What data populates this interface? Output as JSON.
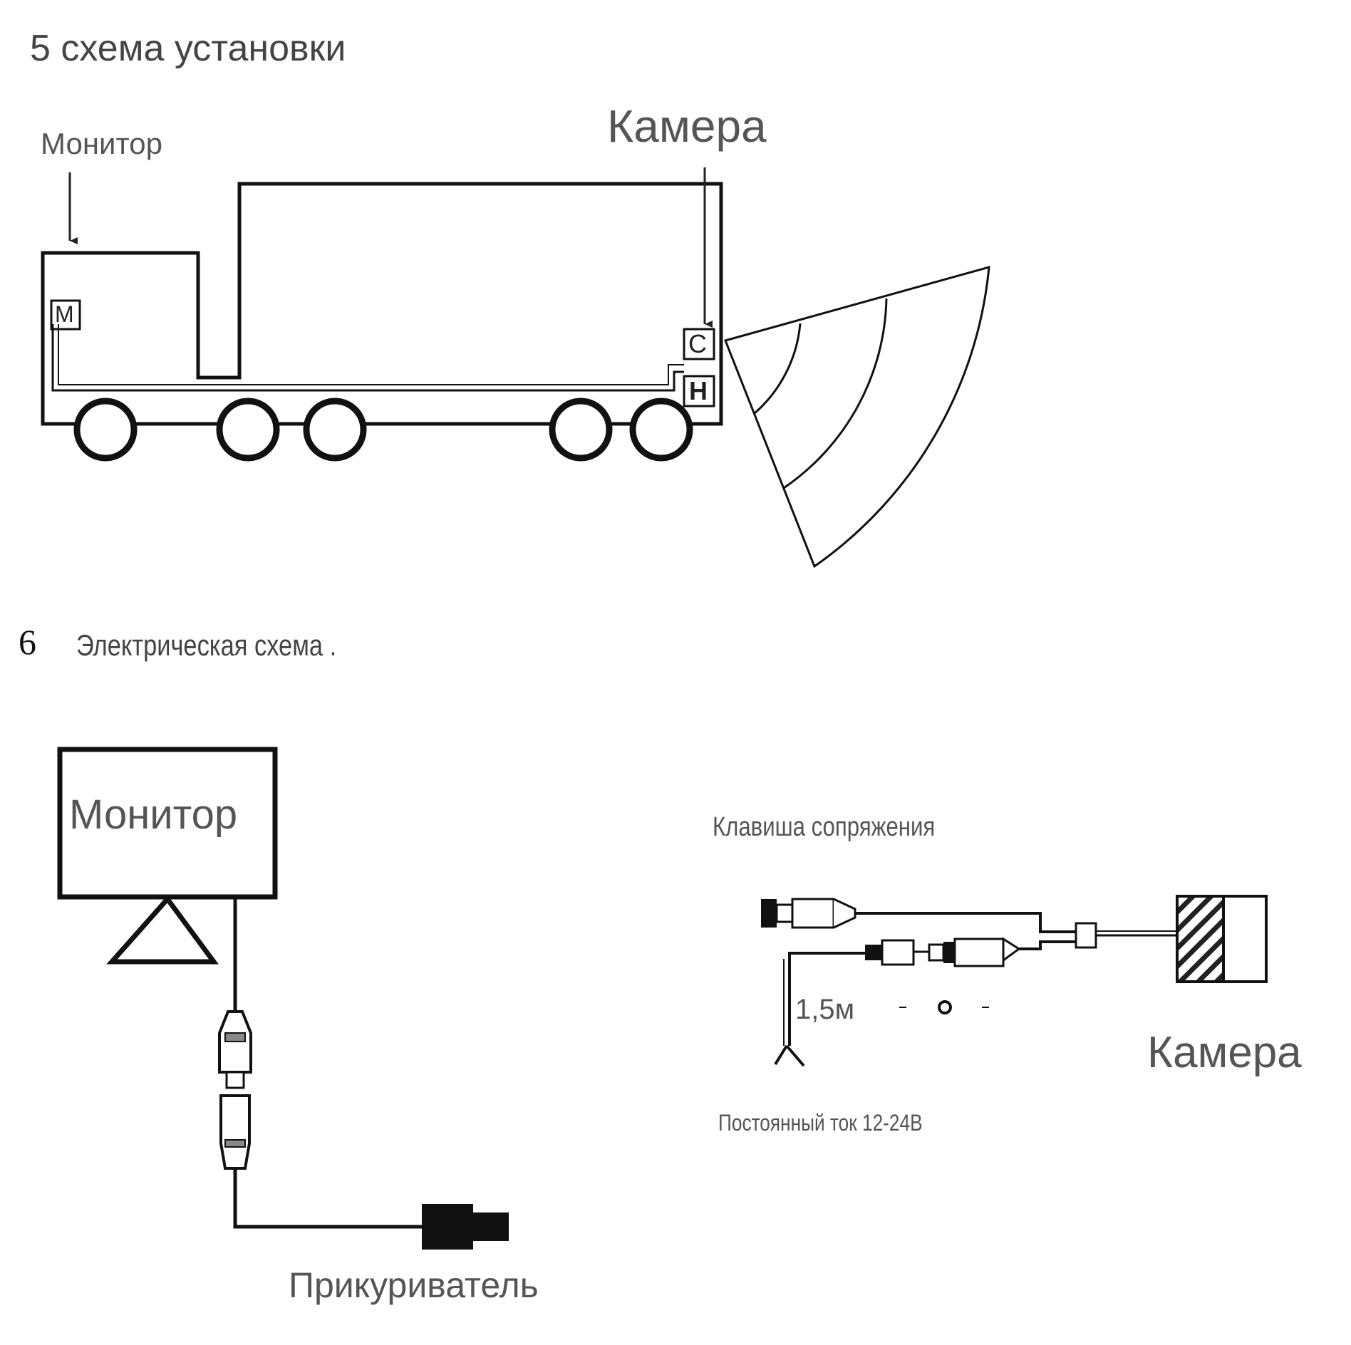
{
  "section5": {
    "title": "5 схема установки",
    "monitor_label": "Монитор",
    "camera_label": "Камера",
    "marker_monitor": "M",
    "marker_camera": "C",
    "marker_junction": "H"
  },
  "section6": {
    "number": "6",
    "title": "Электрическая схема .",
    "monitor_label": "Монитор",
    "lighter_label": "Прикуриватель",
    "pairing_key_label": "Клавиша сопряжения",
    "cable_length": "1,5м",
    "camera_label": "Камера",
    "power_label": "Постоянный ток 12-24В"
  }
}
